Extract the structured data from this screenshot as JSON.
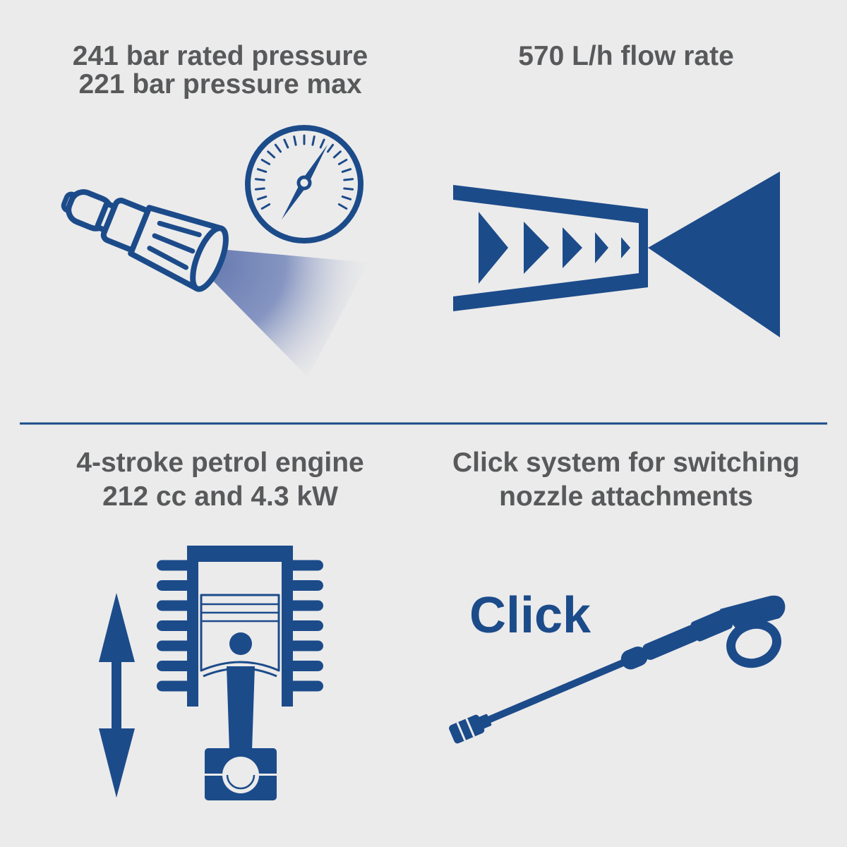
{
  "colors": {
    "background": "#ebebeb",
    "accent": "#1c4b8a",
    "text": "#58595b"
  },
  "features": [
    {
      "icon": "pressure-gauge-and-nozzle-icon",
      "lines": [
        "241 bar rated pressure",
        "221 bar pressure max"
      ]
    },
    {
      "icon": "flow-rate-icon",
      "lines": [
        "570 L/h flow rate"
      ]
    },
    {
      "icon": "engine-piston-icon",
      "lines": [
        "4-stroke petrol engine",
        "212 cc and 4.3 kW"
      ]
    },
    {
      "icon": "spray-gun-icon",
      "icon_text": "Click",
      "lines": [
        "Click system for switching",
        "nozzle attachments"
      ]
    }
  ]
}
